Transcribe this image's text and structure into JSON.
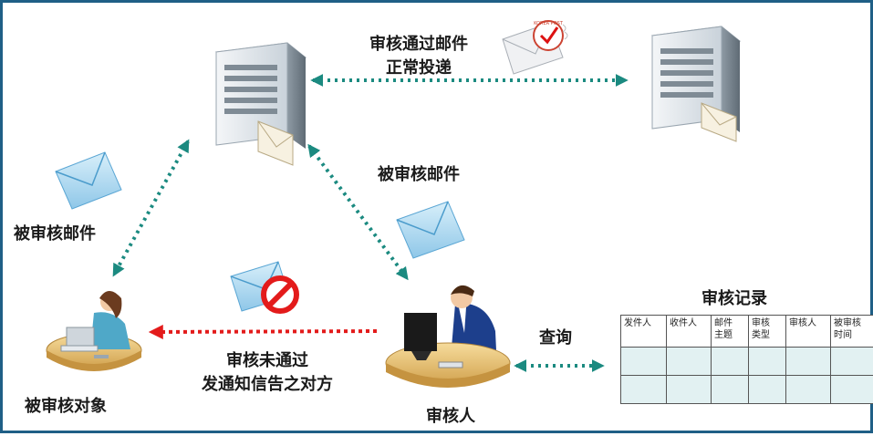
{
  "labels": {
    "top_arrow": [
      "审核通过邮件",
      "正常投递"
    ],
    "left_arrow": "被审核邮件",
    "mid_arrow": "被审核邮件",
    "bottom_arrow": [
      "审核未通过",
      "发通知信告之对方"
    ],
    "query": "查询",
    "record_title": "审核记录",
    "auditee": "被审核对象",
    "auditor": "审核人"
  },
  "stamp_text": "KOREA POST",
  "record_table": {
    "headers": [
      [
        "发件人"
      ],
      [
        "收件人"
      ],
      [
        "邮件",
        "主题"
      ],
      [
        "审核",
        "类型"
      ],
      [
        "审核人"
      ],
      [
        "被审核",
        "时间"
      ],
      [
        "…"
      ]
    ],
    "empty_rows": 2
  },
  "colors": {
    "frame": "#1f5f86",
    "arrow_ok": "#1b8a80",
    "arrow_reject": "#e31b1b",
    "table_fill": "#e2f1f2"
  },
  "icons": [
    "server-icon",
    "envelope-icon",
    "stamp-check-icon",
    "prohibited-icon",
    "person-at-desk-icon"
  ]
}
